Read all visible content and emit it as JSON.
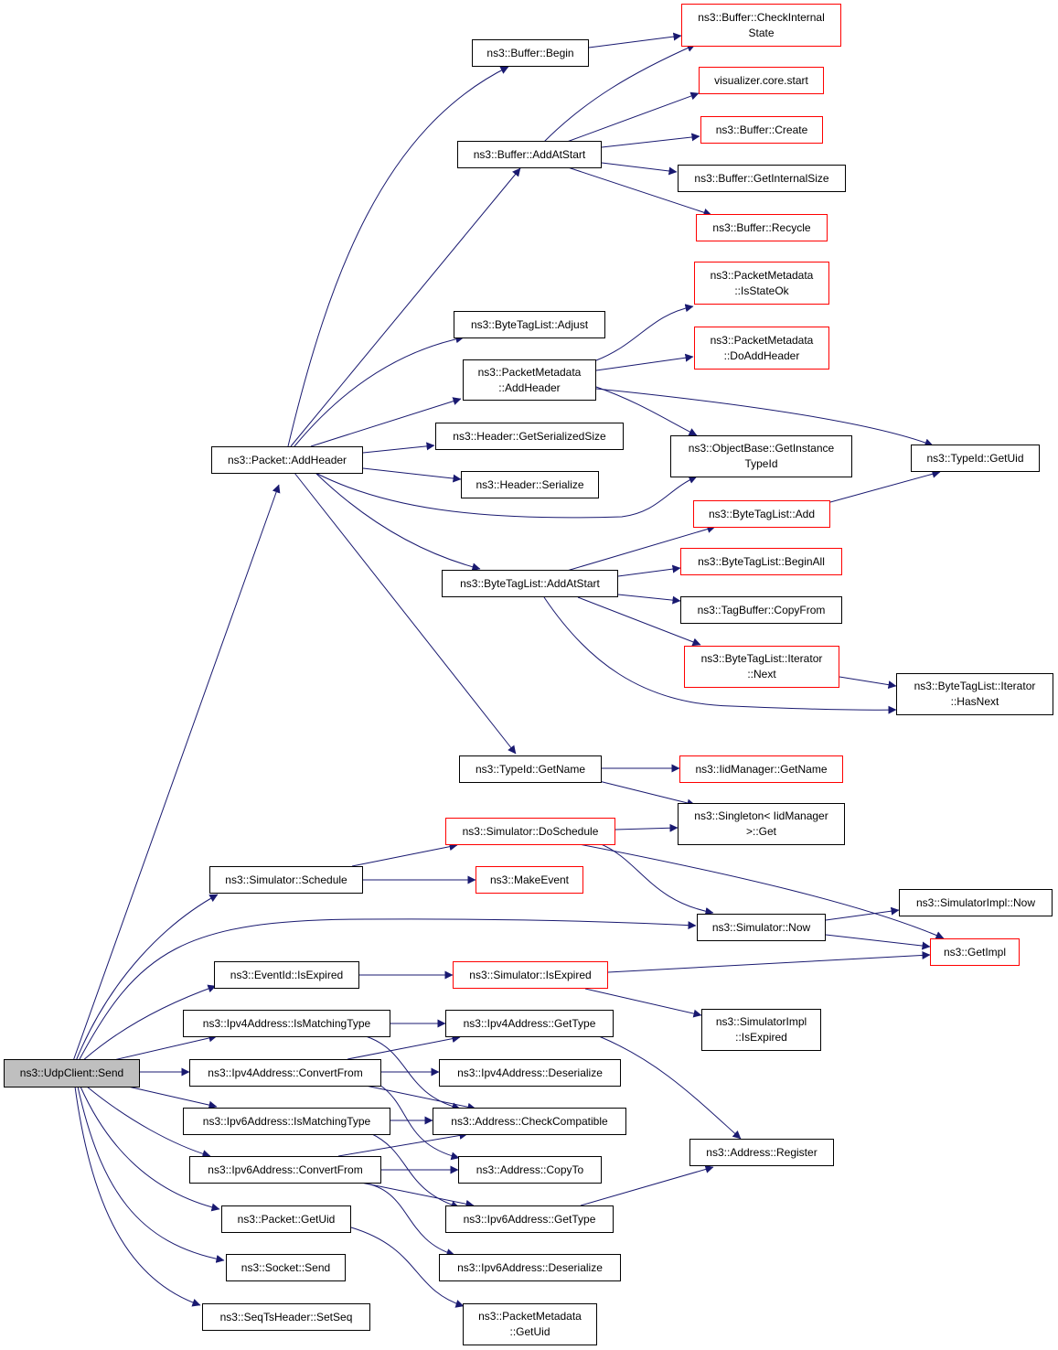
{
  "graph": {
    "edge_color": "#191970",
    "nodes": [
      {
        "id": "n00",
        "label": "ns3::UdpClient::Send",
        "style": "root"
      },
      {
        "id": "n01",
        "label": "ns3::Packet::AddHeader",
        "style": "black"
      },
      {
        "id": "n02",
        "label": "ns3::Buffer::Begin",
        "style": "black"
      },
      {
        "id": "n03",
        "label": "ns3::Buffer::CheckInternal\nState",
        "style": "red"
      },
      {
        "id": "n04",
        "label": "ns3::Buffer::AddAtStart",
        "style": "black"
      },
      {
        "id": "n05",
        "label": "visualizer.core.start",
        "style": "red"
      },
      {
        "id": "n06",
        "label": "ns3::Buffer::Create",
        "style": "red"
      },
      {
        "id": "n07",
        "label": "ns3::Buffer::GetInternalSize",
        "style": "black"
      },
      {
        "id": "n08",
        "label": "ns3::Buffer::Recycle",
        "style": "red"
      },
      {
        "id": "n09",
        "label": "ns3::PacketMetadata\n::IsStateOk",
        "style": "red"
      },
      {
        "id": "n10",
        "label": "ns3::ByteTagList::Adjust",
        "style": "black"
      },
      {
        "id": "n11",
        "label": "ns3::PacketMetadata\n::DoAddHeader",
        "style": "red"
      },
      {
        "id": "n12",
        "label": "ns3::PacketMetadata\n::AddHeader",
        "style": "black"
      },
      {
        "id": "n13",
        "label": "ns3::Header::GetSerializedSize",
        "style": "black"
      },
      {
        "id": "n14",
        "label": "ns3::ObjectBase::GetInstance\nTypeId",
        "style": "black"
      },
      {
        "id": "n15",
        "label": "ns3::TypeId::GetUid",
        "style": "black"
      },
      {
        "id": "n16",
        "label": "ns3::Header::Serialize",
        "style": "black"
      },
      {
        "id": "n17",
        "label": "ns3::ByteTagList::Add",
        "style": "red"
      },
      {
        "id": "n18",
        "label": "ns3::ByteTagList::BeginAll",
        "style": "red"
      },
      {
        "id": "n19",
        "label": "ns3::ByteTagList::AddAtStart",
        "style": "black"
      },
      {
        "id": "n20",
        "label": "ns3::TagBuffer::CopyFrom",
        "style": "black"
      },
      {
        "id": "n21",
        "label": "ns3::ByteTagList::Iterator\n::Next",
        "style": "red"
      },
      {
        "id": "n22",
        "label": "ns3::ByteTagList::Iterator\n::HasNext",
        "style": "black"
      },
      {
        "id": "n23",
        "label": "ns3::TypeId::GetName",
        "style": "black"
      },
      {
        "id": "n24",
        "label": "ns3::IidManager::GetName",
        "style": "red"
      },
      {
        "id": "n25",
        "label": "ns3::Singleton< IidManager\n>::Get",
        "style": "black"
      },
      {
        "id": "n26",
        "label": "ns3::Simulator::DoSchedule",
        "style": "red"
      },
      {
        "id": "n27",
        "label": "ns3::Simulator::Schedule",
        "style": "black"
      },
      {
        "id": "n28",
        "label": "ns3::MakeEvent",
        "style": "red"
      },
      {
        "id": "n29",
        "label": "ns3::SimulatorImpl::Now",
        "style": "black"
      },
      {
        "id": "n30",
        "label": "ns3::Simulator::Now",
        "style": "black"
      },
      {
        "id": "n31",
        "label": "ns3::GetImpl",
        "style": "red"
      },
      {
        "id": "n32",
        "label": "ns3::EventId::IsExpired",
        "style": "black"
      },
      {
        "id": "n33",
        "label": "ns3::Simulator::IsExpired",
        "style": "red"
      },
      {
        "id": "n34",
        "label": "ns3::SimulatorImpl\n::IsExpired",
        "style": "black"
      },
      {
        "id": "n35",
        "label": "ns3::Ipv4Address::IsMatchingType",
        "style": "black"
      },
      {
        "id": "n36",
        "label": "ns3::Ipv4Address::GetType",
        "style": "black"
      },
      {
        "id": "n37",
        "label": "ns3::Ipv4Address::ConvertFrom",
        "style": "black"
      },
      {
        "id": "n38",
        "label": "ns3::Ipv4Address::Deserialize",
        "style": "black"
      },
      {
        "id": "n39",
        "label": "ns3::Ipv6Address::IsMatchingType",
        "style": "black"
      },
      {
        "id": "n40",
        "label": "ns3::Address::CheckCompatible",
        "style": "black"
      },
      {
        "id": "n41",
        "label": "ns3::Address::Register",
        "style": "black"
      },
      {
        "id": "n42",
        "label": "ns3::Ipv6Address::ConvertFrom",
        "style": "black"
      },
      {
        "id": "n43",
        "label": "ns3::Address::CopyTo",
        "style": "black"
      },
      {
        "id": "n44",
        "label": "ns3::Packet::GetUid",
        "style": "black"
      },
      {
        "id": "n45",
        "label": "ns3::Ipv6Address::GetType",
        "style": "black"
      },
      {
        "id": "n46",
        "label": "ns3::Socket::Send",
        "style": "black"
      },
      {
        "id": "n47",
        "label": "ns3::Ipv6Address::Deserialize",
        "style": "black"
      },
      {
        "id": "n48",
        "label": "ns3::SeqTsHeader::SetSeq",
        "style": "black"
      },
      {
        "id": "n49",
        "label": "ns3::PacketMetadata\n::GetUid",
        "style": "black"
      }
    ]
  }
}
